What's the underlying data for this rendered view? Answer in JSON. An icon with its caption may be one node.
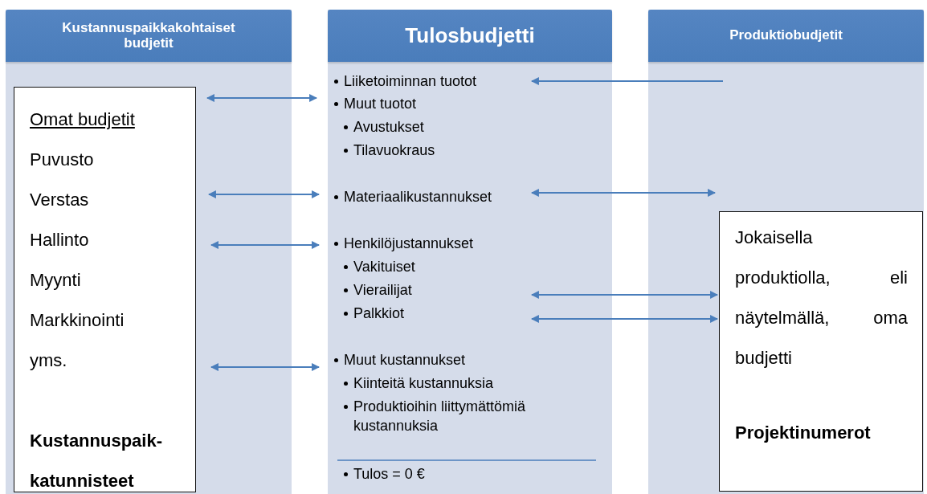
{
  "diagram": {
    "nodes": [
      {
        "text": [
          "Kustannuspaikkakohtaiset budjetit"
        ]
      },
      {
        "text": [
          "Omat budjetit",
          "Puvusto",
          "Verstas",
          "Hallinto",
          "Myynti",
          "Markkinointi",
          "yms.",
          "Kustannuspaik-katunnisteet"
        ],
        "in": 0
      },
      {
        "text": [
          "Tulosbudjetti"
        ]
      },
      {
        "text": [
          "Liiketoiminnan tuotot"
        ],
        "in": 2
      },
      {
        "text": [
          "Muut tuotot"
        ],
        "in": 2
      },
      {
        "text": [
          "Avustukset"
        ],
        "in": 2
      },
      {
        "text": [
          "Tilavuokraus"
        ],
        "in": 2
      },
      {
        "text": [
          "Materiaalikustannukset"
        ],
        "in": 2
      },
      {
        "text": [
          "Henkilöjustannukset"
        ],
        "in": 2
      },
      {
        "text": [
          "Vakituiset"
        ],
        "in": 2
      },
      {
        "text": [
          "Vierailijat"
        ],
        "in": 2
      },
      {
        "text": [
          "Palkkiot"
        ],
        "in": 2
      },
      {
        "text": [
          "Muut kustannukset"
        ],
        "in": 2
      },
      {
        "text": [
          "Kiinteitä kustannuksia"
        ],
        "in": 2
      },
      {
        "text": [
          "Produktioihin liittymättömiä kustannuksia"
        ],
        "in": 2
      },
      {
        "text": [
          "Tulos = 0 €"
        ],
        "in": 2
      },
      {
        "text": [
          "Produktiobudjetit"
        ]
      },
      {
        "text": [
          "Jokaisella produktiolla, eli näytelmällä, oma budjetti",
          "Projektinumerot"
        ],
        "in": 16
      }
    ],
    "edges": [
      {
        "from": 1,
        "to": 3,
        "arrow": "both"
      },
      {
        "from": 1,
        "to": 7,
        "arrow": "both"
      },
      {
        "from": 1,
        "to": 8,
        "arrow": "both"
      },
      {
        "from": 1,
        "to": 12,
        "arrow": "both"
      },
      {
        "from": null,
        "to": 3,
        "arrow": "to"
      },
      {
        "from": 7,
        "to": 17,
        "arrow": "both"
      },
      {
        "from": 10,
        "to": 17,
        "arrow": "both"
      },
      {
        "from": 11,
        "to": 17,
        "arrow": "both"
      }
    ]
  }
}
